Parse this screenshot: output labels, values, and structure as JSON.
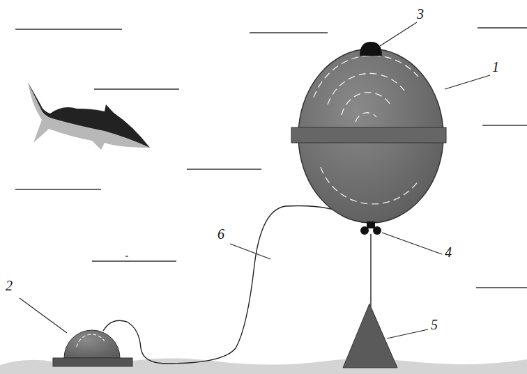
{
  "diagram": {
    "labels": [
      "3",
      "1",
      "6",
      "4",
      "2",
      "5"
    ]
  }
}
